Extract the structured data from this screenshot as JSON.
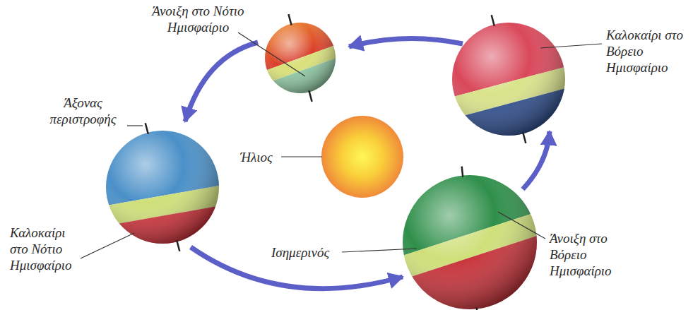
{
  "diagram": {
    "labels": [
      "Άνοιξη στο Νότιο Ημισφαίριο",
      "Καλοκαίρι στο Βόρειο Ημισφαίριο",
      "Άξονας περιστροφής",
      "Ήλιος",
      "Καλοκαίρι στο Νότιο Ημισφαίριο",
      "Ισημερινός",
      "Άνοιξη στο Βόρειο Ημισφαίριο"
    ]
  }
}
